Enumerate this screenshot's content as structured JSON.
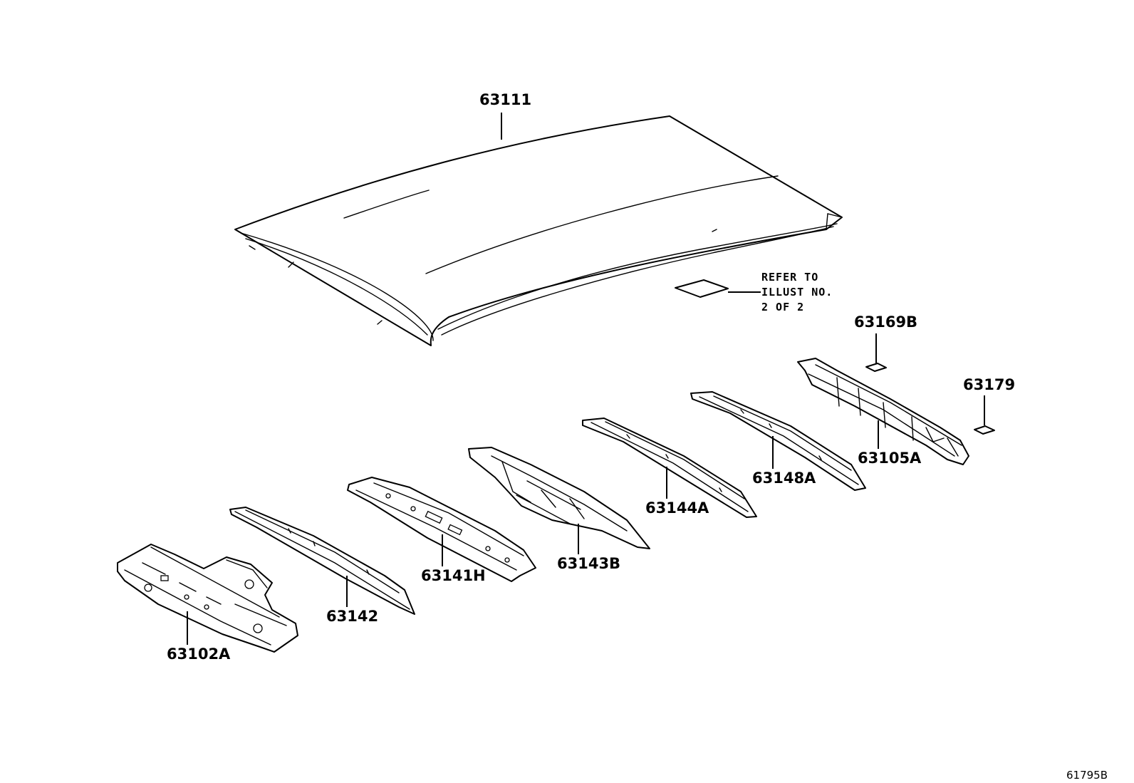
{
  "parts": {
    "roof_panel": "63111",
    "front_roof_rail": "63102A",
    "roof_bow_1": "63142",
    "roof_bow_2": "63141H",
    "roof_bow_3": "63143B",
    "roof_bow_4": "63144A",
    "roof_bow_5": "63148A",
    "rear_roof_rail": "63105A",
    "seal_1": "63169B",
    "seal_2": "63179"
  },
  "reference_note": {
    "line1": "REFER TO",
    "line2": "ILLUST NO.",
    "line3": "2 OF 2"
  },
  "figure_number": "61795B"
}
